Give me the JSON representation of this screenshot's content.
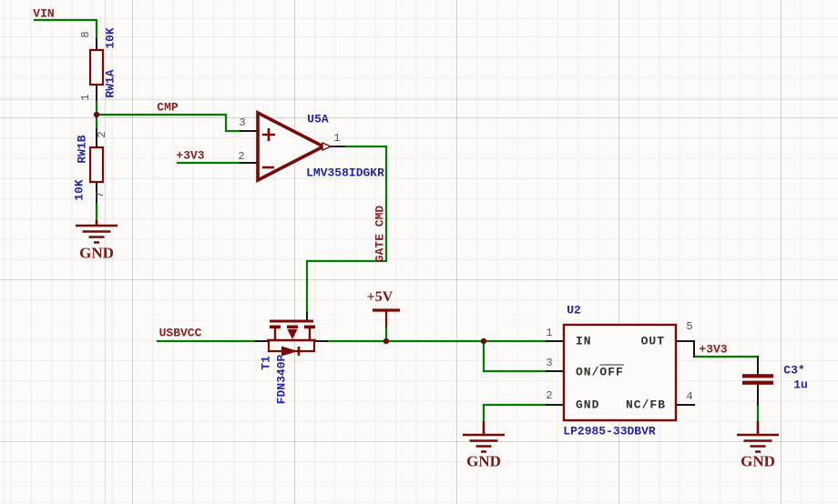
{
  "colors": {
    "wire": "#007d00",
    "component": "#7a0806",
    "net_label": "#8b1e1e",
    "power_flag": "#7c1712",
    "designator": "#2424ad",
    "pin_number": "#55504a",
    "pin_name": "#33302b",
    "background": "#fdfbfa"
  },
  "labels": {
    "vin": "VIN",
    "cmp": "CMP",
    "plus3v3_in": "+3V3",
    "plus5v": "+5V",
    "usbvcc": "USBVCC",
    "gate_cmd": "GATE CMD",
    "plus3v3_out": "+3V3",
    "gnd_left": "GND",
    "gnd_mid": "GND",
    "gnd_right": "GND"
  },
  "components": {
    "rw1a": {
      "designator": "RW1A",
      "value": "10K",
      "pin_top": "8",
      "pin_bottom": "1"
    },
    "rw1b": {
      "designator": "RW1B",
      "value": "10K",
      "pin_top": "2",
      "pin_bottom": "7"
    },
    "u5a": {
      "designator": "U5A",
      "part": "LMV358IDGKR",
      "pin_noninv": "3",
      "pin_inv": "2",
      "pin_out": "1"
    },
    "t1": {
      "designator": "T1",
      "part": "FDN340P"
    },
    "u2": {
      "designator": "U2",
      "part": "LP2985-33DBVR",
      "pins": {
        "in": {
          "num": "1",
          "name": "IN"
        },
        "on_off": {
          "num": "3",
          "name_pre": "ON/",
          "name_ovl": "OFF"
        },
        "gnd": {
          "num": "2",
          "name": "GND"
        },
        "out": {
          "num": "5",
          "name": "OUT"
        },
        "nc_fb": {
          "num": "4",
          "name": "NC/FB"
        }
      }
    },
    "c3": {
      "designator": "C3*",
      "value": "1u"
    }
  }
}
